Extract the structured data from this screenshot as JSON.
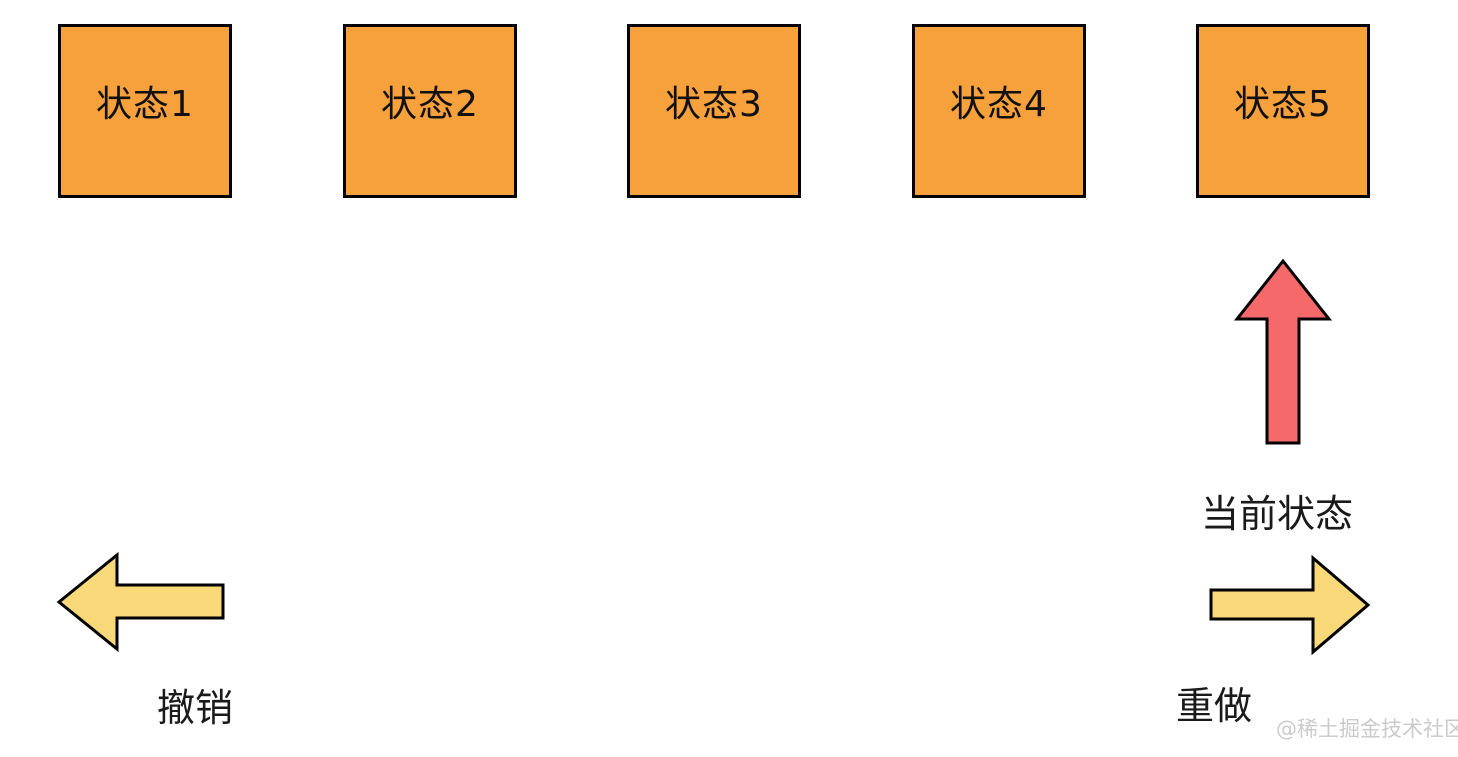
{
  "diagram": {
    "states": [
      {
        "label": "状态1"
      },
      {
        "label": "状态2"
      },
      {
        "label": "状态3"
      },
      {
        "label": "状态4"
      },
      {
        "label": "状态5"
      }
    ],
    "current_state_label": "当前状态",
    "undo_label": "撤销",
    "redo_label": "重做",
    "watermark": "@稀土掘金技术社区"
  },
  "colors": {
    "state_box_fill": "#F7A13D",
    "state_box_border": "#000000",
    "current_arrow_fill": "#F5696B",
    "undo_redo_arrow_fill": "#F8D878",
    "arrow_outline": "#000000",
    "text_color": "#1a1a1a",
    "watermark_color": "#cbcbcb",
    "background": "#FFFFFF"
  }
}
